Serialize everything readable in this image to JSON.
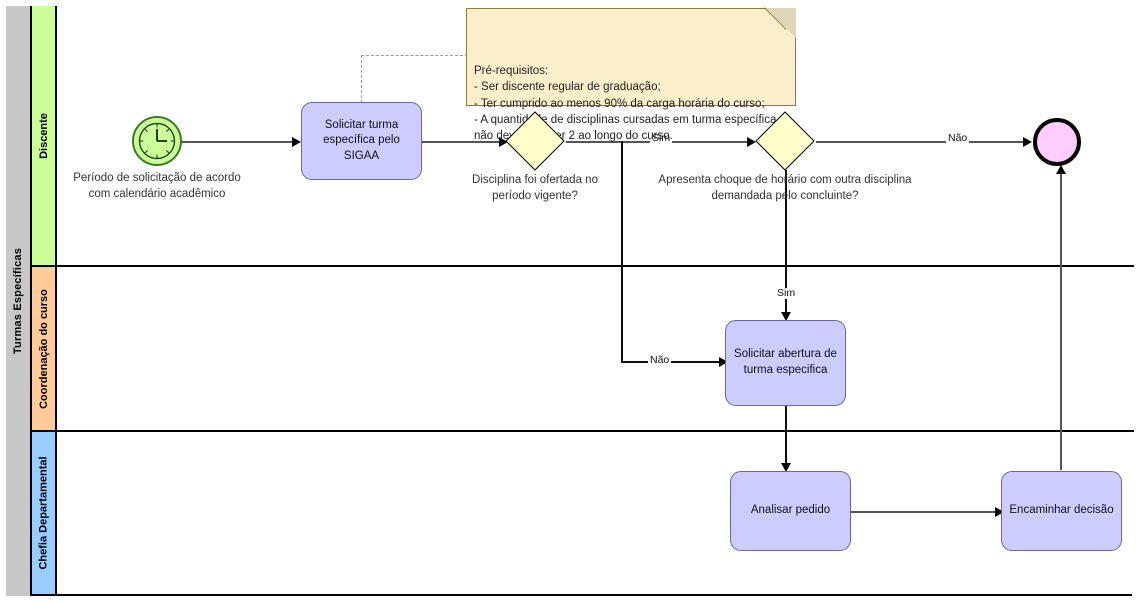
{
  "pool": {
    "title": "Turmas Específicas"
  },
  "lanes": [
    {
      "name": "Discente",
      "color": "#ccff99"
    },
    {
      "name": "Coordenação do curso",
      "color": "#ffcc99"
    },
    {
      "name": "Chefia Departamental",
      "color": "#99ccff"
    }
  ],
  "note": {
    "text": "Pré-requisitos:\n- Ser discente regular de graduação;\n- Ter cumprido ao menos 90% da carga horária do curso;\n- A quantidade de disciplinas cursadas em turma específica\nnão deve exceder 2 ao longo do curso."
  },
  "events": {
    "start": {
      "icon": "clock-icon",
      "label": "Período de solicitação de acordo\ncom calendário acadêmico",
      "color": "#ccff99"
    },
    "end": {
      "label": "",
      "color": "#ffccff"
    }
  },
  "tasks": [
    {
      "id": "solicitar-turma",
      "label": "Solicitar turma\nespecífica pelo\nSIGAA"
    },
    {
      "id": "solicitar-abertura",
      "label": "Solicitar abertura de\nturma especifica"
    },
    {
      "id": "analisar-pedido",
      "label": "Analisar pedido"
    },
    {
      "id": "encaminhar-decisao",
      "label": "Encaminhar decisão"
    }
  ],
  "gateways": [
    {
      "id": "gw-oferta",
      "label": "Disciplina foi ofertada no\nperíodo vigente?"
    },
    {
      "id": "gw-choque",
      "label": "Apresenta choque de horário com outra disciplina\ndemandada pelo concluinte?"
    }
  ],
  "flow_labels": {
    "sim_choque": "Sim",
    "nao_oferta": "Não",
    "sim_abertura": "Sim",
    "nao_fim": "Não"
  }
}
